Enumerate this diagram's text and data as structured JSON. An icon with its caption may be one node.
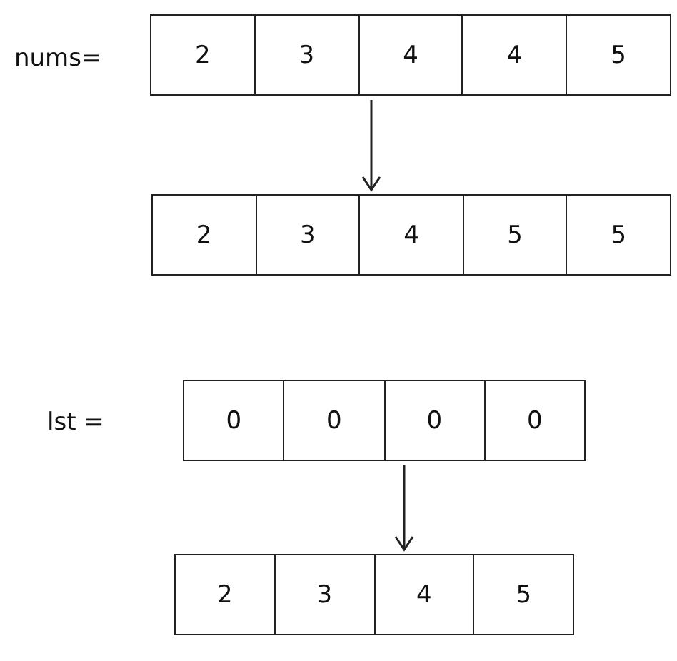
{
  "diagram": {
    "nodes": [
      {
        "text": [],
        "shape": "box",
        "beside": [
          "nums="
        ]
      },
      {
        "text": [
          "2"
        ],
        "in": 0
      },
      {
        "text": [
          "3"
        ],
        "in": 0
      },
      {
        "text": [
          "4"
        ],
        "in": 0
      },
      {
        "text": [
          "4"
        ],
        "in": 0
      },
      {
        "text": [
          "5"
        ],
        "in": 0
      },
      {
        "text": [],
        "shape": "box"
      },
      {
        "text": [
          "2"
        ],
        "in": 6
      },
      {
        "text": [
          "3"
        ],
        "in": 6
      },
      {
        "text": [
          "4"
        ],
        "in": 6
      },
      {
        "text": [
          "5"
        ],
        "in": 6
      },
      {
        "text": [
          "5"
        ],
        "in": 6
      },
      {
        "text": [],
        "shape": "box",
        "beside": [
          "lst ="
        ]
      },
      {
        "text": [
          "0"
        ],
        "in": 12
      },
      {
        "text": [
          "0"
        ],
        "in": 12
      },
      {
        "text": [
          "0"
        ],
        "in": 12
      },
      {
        "text": [
          "0"
        ],
        "in": 12
      },
      {
        "text": [],
        "shape": "box"
      },
      {
        "text": [
          "2"
        ],
        "in": 17
      },
      {
        "text": [
          "3"
        ],
        "in": 17
      },
      {
        "text": [
          "4"
        ],
        "in": 17
      },
      {
        "text": [
          "5"
        ],
        "in": 17
      }
    ],
    "edges": [
      {
        "from": 0,
        "to": 6,
        "arrow": "to"
      },
      {
        "from": 12,
        "to": 17,
        "arrow": "to"
      }
    ]
  }
}
